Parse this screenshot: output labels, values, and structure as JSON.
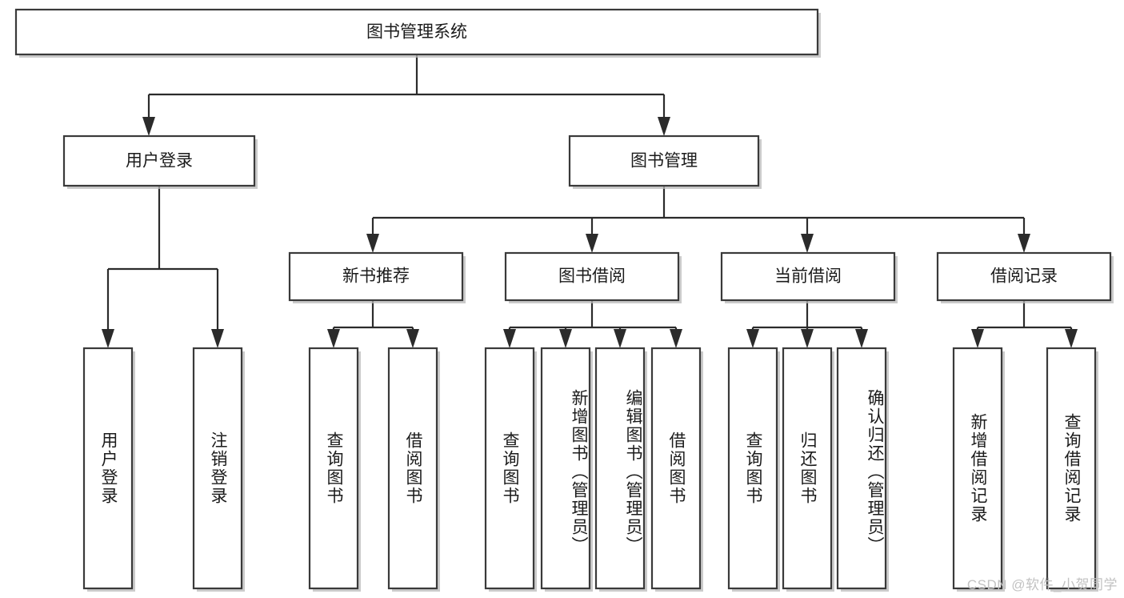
{
  "diagram": {
    "title": "图书管理系统",
    "watermark": "CSDN @软件_小贺同学",
    "accent_color": "#2b2b2b",
    "box_fill": "#ffffff",
    "box_stroke": "#3a3a3a"
  },
  "nodes": {
    "root": {
      "label": "图书管理系统"
    },
    "level2": [
      {
        "label": "用户登录"
      },
      {
        "label": "图书管理"
      }
    ],
    "level3": [
      {
        "label": "新书推荐"
      },
      {
        "label": "图书借阅"
      },
      {
        "label": "当前借阅"
      },
      {
        "label": "借阅记录"
      }
    ],
    "leaves": {
      "user_login": [
        {
          "label": "用户登录"
        },
        {
          "label": "注销登录"
        }
      ],
      "new_book": [
        {
          "label": "查询图书"
        },
        {
          "label": "借阅图书"
        }
      ],
      "book_borrow": [
        {
          "label": "查询图书"
        },
        {
          "label": "新增图书（管理员）"
        },
        {
          "label": "编辑图书（管理员）"
        },
        {
          "label": "借阅图书"
        }
      ],
      "current_borrow": [
        {
          "label": "查询图书"
        },
        {
          "label": "归还图书"
        },
        {
          "label": "确认归还（管理员）"
        }
      ],
      "borrow_record": [
        {
          "label": "新增借阅记录"
        },
        {
          "label": "查询借阅记录"
        }
      ]
    }
  },
  "chart_data": {
    "type": "tree-diagram",
    "title": "图书管理系统",
    "orientation": "top-down",
    "levels": 4,
    "tree": {
      "name": "图书管理系统",
      "children": [
        {
          "name": "用户登录",
          "children": [
            {
              "name": "用户登录"
            },
            {
              "name": "注销登录"
            }
          ]
        },
        {
          "name": "图书管理",
          "children": [
            {
              "name": "新书推荐",
              "children": [
                {
                  "name": "查询图书"
                },
                {
                  "name": "借阅图书"
                }
              ]
            },
            {
              "name": "图书借阅",
              "children": [
                {
                  "name": "查询图书"
                },
                {
                  "name": "新增图书（管理员）"
                },
                {
                  "name": "编辑图书（管理员）"
                },
                {
                  "name": "借阅图书"
                }
              ]
            },
            {
              "name": "当前借阅",
              "children": [
                {
                  "name": "查询图书"
                },
                {
                  "name": "归还图书"
                },
                {
                  "name": "确认归还（管理员）"
                }
              ]
            },
            {
              "name": "借阅记录",
              "children": [
                {
                  "name": "新增借阅记录"
                },
                {
                  "name": "查询借阅记录"
                }
              ]
            }
          ]
        }
      ]
    }
  }
}
